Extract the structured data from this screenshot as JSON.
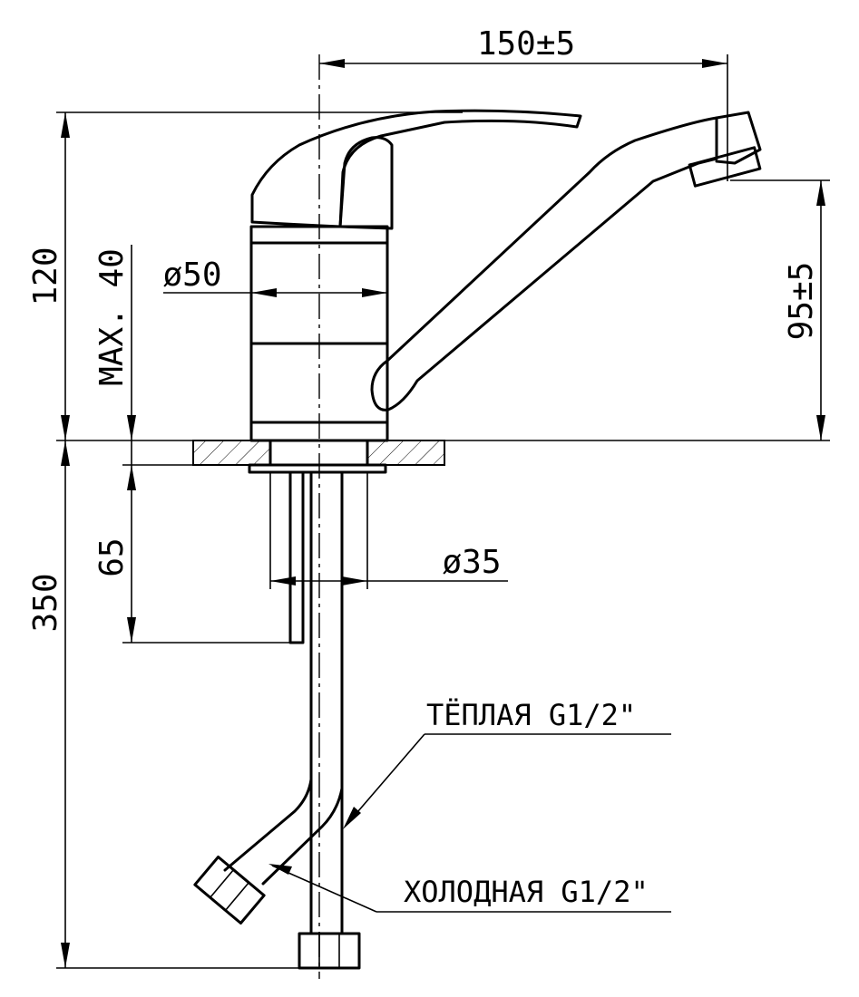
{
  "dimensions": {
    "spout_reach": "150±5",
    "total_height": "120",
    "outlet_height": "95±5",
    "body_diameter": "ø50",
    "max_counter_thickness": "MAX. 40",
    "shank_diameter": "ø35",
    "stud_length": "65",
    "hose_length": "350"
  },
  "callouts": {
    "warm": "ТЁПЛАЯ  G1/2\"",
    "cold": "ХОЛОДНАЯ  G1/2\""
  }
}
